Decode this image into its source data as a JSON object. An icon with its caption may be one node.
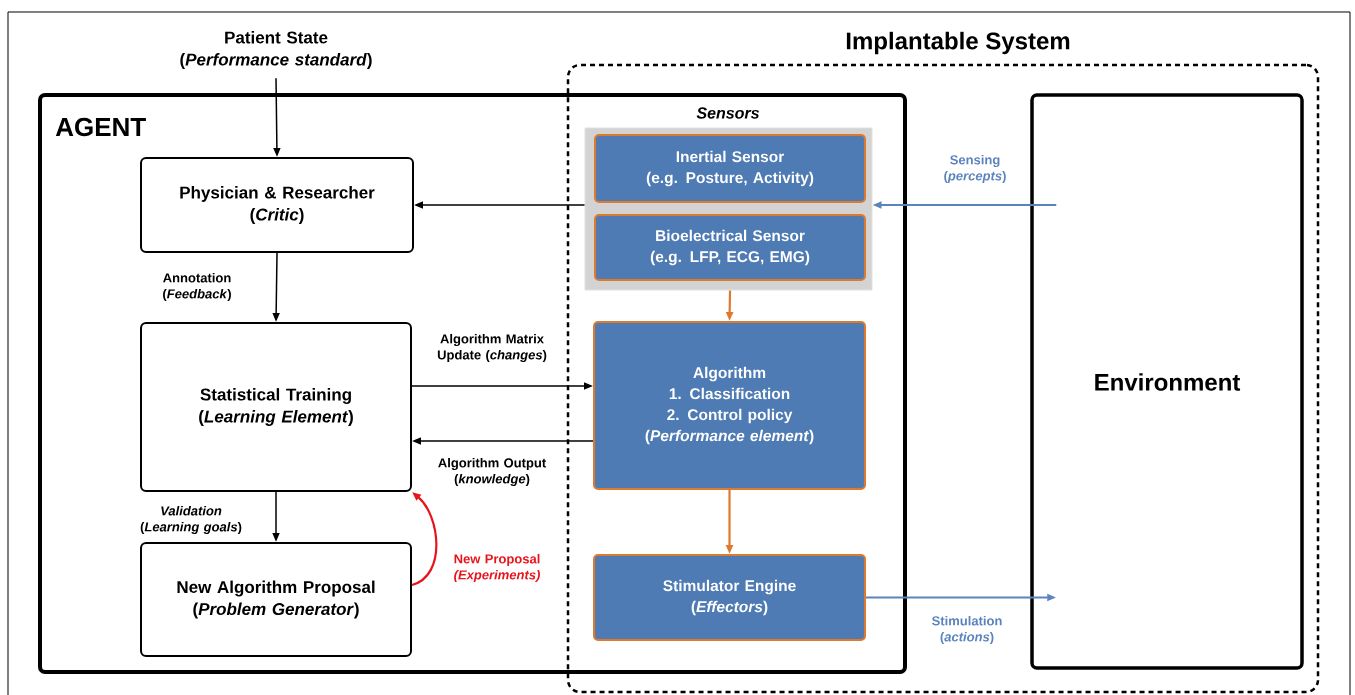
{
  "diagram": {
    "nodes": [
      {
        "text": [
          "Implantable System"
        ]
      },
      {
        "text": [
          "AGENT"
        ]
      },
      {
        "text": [
          "Patient State",
          "(*Performance standard*)"
        ]
      },
      {
        "text": [
          "Physician & Researcher",
          "(*Critic*)"
        ],
        "in": 1
      },
      {
        "text": [
          "Statistical Training",
          "(*Learning Element*)"
        ],
        "in": 1
      },
      {
        "text": [
          "New Algorithm Proposal",
          "(*Problem Generator*)"
        ],
        "in": 1
      },
      {
        "text": [],
        "shape": "box"
      },
      {
        "text": [
          "Inertial Sensor",
          "(e.g. Posture, Activity)"
        ],
        "in": 6
      },
      {
        "text": [
          "Bioelectrical Sensor",
          "(e.g. LFP, ECG, EMG)"
        ],
        "in": 6
      },
      {
        "text": [
          "Algorithm",
          "1. Classification",
          "2. Control policy",
          "(*Performance element*)"
        ]
      },
      {
        "text": [
          "Stimulator Engine",
          "(*Effectors*)"
        ]
      },
      {
        "text": [
          "Environment"
        ],
        "in": 0
      }
    ],
    "edges": [
      {
        "from": 2,
        "to": 3,
        "arrow": "to"
      },
      {
        "from": 3,
        "to": 4,
        "arrow": "to",
        "label": "Annotation (*Feedback*)"
      },
      {
        "from": 4,
        "to": 5,
        "arrow": "to",
        "label": "*Validation* (*Learning goals*)"
      },
      {
        "from": 6,
        "to": 3,
        "arrow": "to"
      },
      {
        "from": 4,
        "to": 9,
        "arrow": "to",
        "label": "Algorithm Matrix Update (*changes*)"
      },
      {
        "from": 9,
        "to": 4,
        "arrow": "to",
        "label": "Algorithm Output (*knowledge*)"
      },
      {
        "from": 5,
        "to": 4,
        "arrow": "to",
        "label": "New Proposal *(Experiments)*",
        "color": "#e8141c"
      },
      {
        "from": 11,
        "to": 6,
        "arrow": "to",
        "label": "Sensing (*percepts*)",
        "color": "#5b83bd"
      },
      {
        "from": 8,
        "to": 9,
        "arrow": "to",
        "color": "#dd7a2e"
      },
      {
        "from": 9,
        "to": 10,
        "arrow": "to",
        "color": "#dd7a2e"
      },
      {
        "from": 10,
        "to": 11,
        "arrow": "to",
        "label": "Stimulation (*actions*)",
        "color": "#5b83bd"
      }
    ],
    "labels": [
      "Sensors"
    ]
  }
}
